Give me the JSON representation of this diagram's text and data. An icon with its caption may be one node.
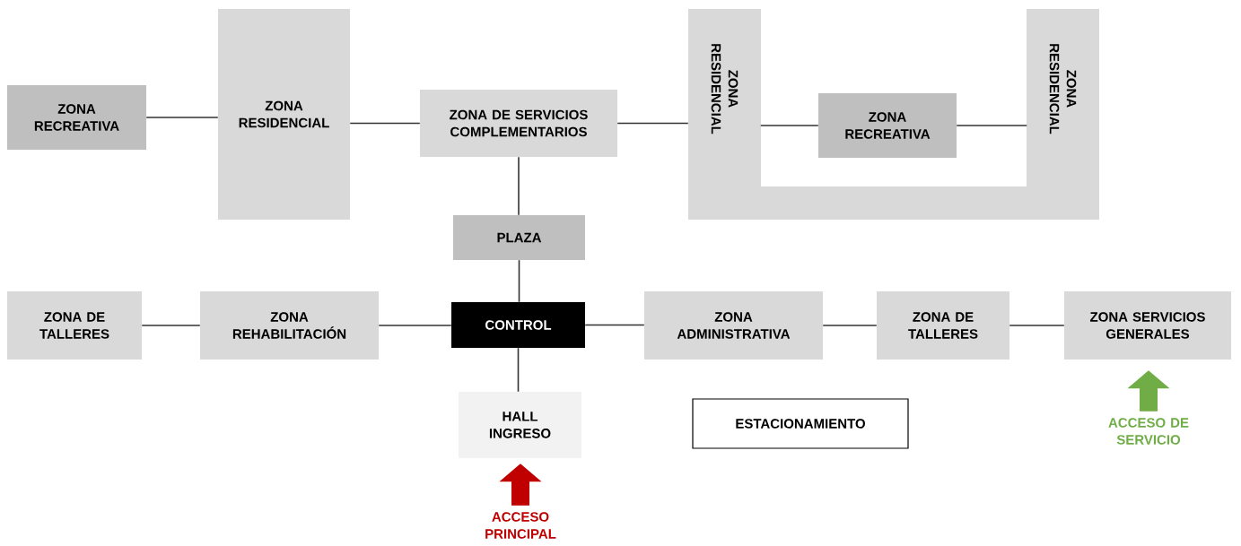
{
  "diagram": {
    "nodes": [
      {
        "text": [
          "ZONA RECREATIVA"
        ]
      },
      {
        "text": [
          "ZONA RESIDENCIAL"
        ]
      },
      {
        "text": [
          "ZONA DE SERVICIOS COMPLEMENTARIOS"
        ]
      },
      {
        "text": [
          "ZONA RESIDENCIAL",
          "ZONA RESIDENCIAL"
        ]
      },
      {
        "text": [
          "ZONA RECREATIVA"
        ]
      },
      {
        "text": [
          "PLAZA"
        ]
      },
      {
        "text": [
          "ZONA DE TALLERES"
        ]
      },
      {
        "text": [
          "ZONA REHABILITACIÓN"
        ]
      },
      {
        "text": [
          "CONTROL"
        ]
      },
      {
        "text": [
          "ZONA ADMINISTRATIVA"
        ]
      },
      {
        "text": [
          "ZONA DE TALLERES"
        ]
      },
      {
        "text": [
          "ZONA SERVICIOS GENERALES"
        ]
      },
      {
        "text": [
          "HALL INGRESO"
        ]
      },
      {
        "text": [
          "ESTACIONAMIENTO"
        ]
      },
      {
        "text": [
          "ACCESO PRINCIPAL"
        ]
      },
      {
        "text": [
          "ACCESO DE SERVICIO"
        ]
      }
    ],
    "edges": [
      {
        "from": 0,
        "to": 1,
        "arrow": "none"
      },
      {
        "from": 1,
        "to": 2,
        "arrow": "none"
      },
      {
        "from": 2,
        "to": 3,
        "arrow": "none"
      },
      {
        "from": 3,
        "to": 4,
        "arrow": "none"
      },
      {
        "from": 4,
        "to": 3,
        "arrow": "none"
      },
      {
        "from": 2,
        "to": 5,
        "arrow": "none"
      },
      {
        "from": 5,
        "to": 8,
        "arrow": "none"
      },
      {
        "from": 6,
        "to": 7,
        "arrow": "none"
      },
      {
        "from": 7,
        "to": 8,
        "arrow": "none"
      },
      {
        "from": 8,
        "to": 9,
        "arrow": "none"
      },
      {
        "from": 9,
        "to": 10,
        "arrow": "none"
      },
      {
        "from": 10,
        "to": 11,
        "arrow": "none"
      },
      {
        "from": 8,
        "to": 12,
        "arrow": "none"
      },
      {
        "from": 14,
        "to": 12,
        "arrow": "to",
        "style": "thick",
        "color": "#c00000"
      },
      {
        "from": 15,
        "to": 11,
        "arrow": "to",
        "style": "thick",
        "color": "#70ad47"
      }
    ]
  }
}
